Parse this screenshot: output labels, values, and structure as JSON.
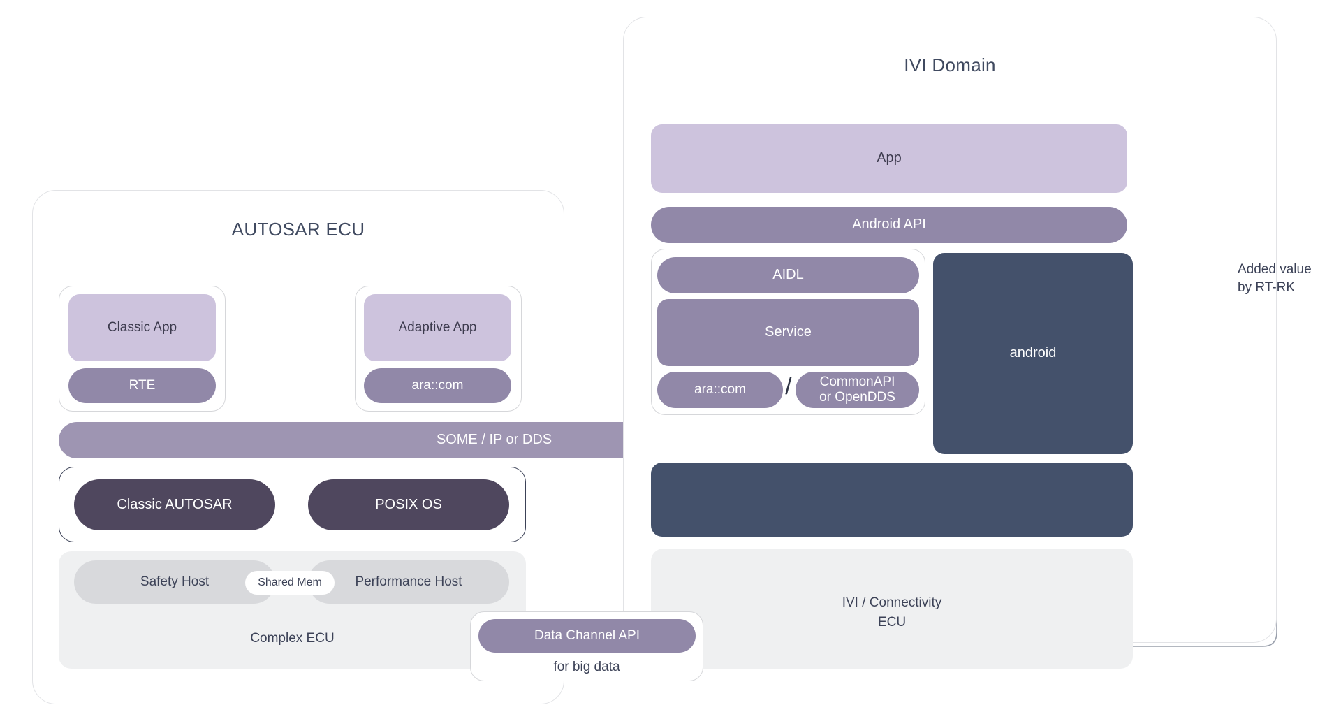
{
  "colors": {
    "lilac": "#cdc3dd",
    "purple": "#9188a8",
    "purple_soft": "#9e95b2",
    "navy": "#44516b",
    "grey": "#d8d9dc",
    "panel": "#eff0f1",
    "text_dark": "#3c4257",
    "frame_border": "#e2e3e6"
  },
  "autosar_domain": {
    "title": "AUTOSAR ECU",
    "classic_group": {
      "app": "Classic App",
      "middleware": "RTE"
    },
    "adaptive_group": {
      "app": "Adaptive App",
      "middleware": "ara::com"
    },
    "bus": "SOME / IP or DDS",
    "os_group": {
      "left": "Classic AUTOSAR",
      "right": "POSIX OS"
    },
    "hosts": {
      "safety": "Safety Host",
      "shared": "Shared Mem",
      "performance": "Performance Host",
      "caption": "Complex ECU"
    }
  },
  "ivi_domain": {
    "title": "IVI Domain",
    "app": "App",
    "android_api": "Android API",
    "service_group": {
      "aidl": "AIDL",
      "service": "Service",
      "ara_com": "ara::com",
      "separator": "/",
      "commonapi": "CommonAPI\nor OpenDDS"
    },
    "android": "android",
    "ecu_caption": "IVI / Connectivity\nECU"
  },
  "data_channel": {
    "api": "Data Channel API",
    "caption": "for big data"
  },
  "annotation": {
    "text": "Added value\nby RT-RK"
  }
}
